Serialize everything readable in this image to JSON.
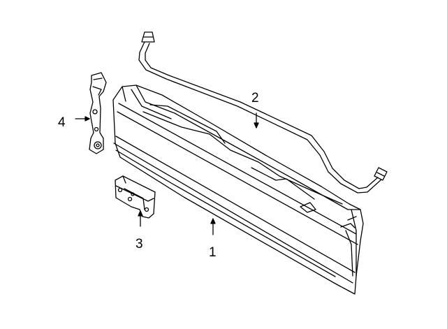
{
  "callouts": {
    "tailgate_panel": "1",
    "wire_harness": "2",
    "hinge": "3",
    "strut_bracket": "4"
  },
  "colors": {
    "line": "#000000",
    "background": "#ffffff"
  }
}
